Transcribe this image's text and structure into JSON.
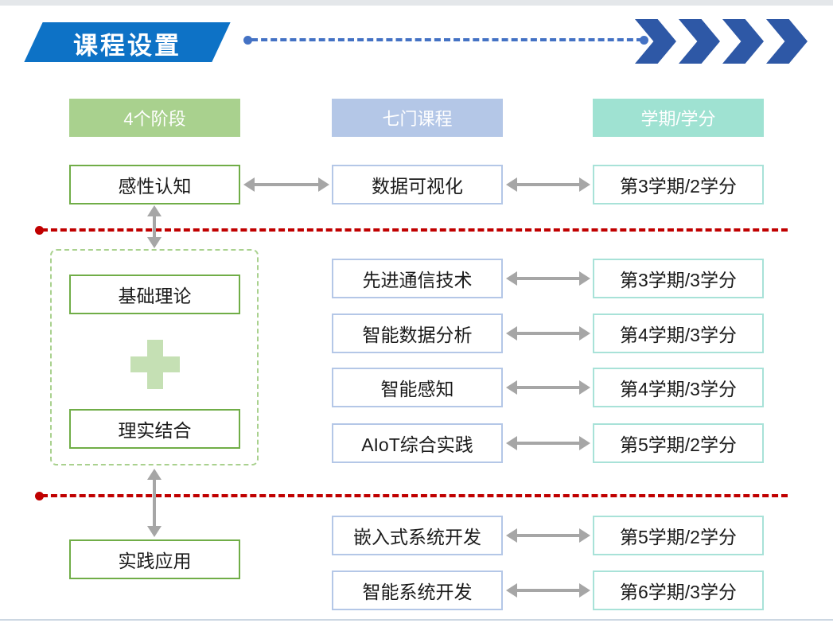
{
  "banner": {
    "title": "课程设置"
  },
  "headers": {
    "stages": "4个阶段",
    "courses": "七门课程",
    "credits": "学期/学分"
  },
  "stages": {
    "s1": "感性认知",
    "s2": "基础理论",
    "s3": "理实结合",
    "s4": "实践应用"
  },
  "rows": [
    {
      "course": "数据可视化",
      "credit": "第3学期/2学分"
    },
    {
      "course": "先进通信技术",
      "credit": "第3学期/3学分"
    },
    {
      "course": "智能数据分析",
      "credit": "第4学期/3学分"
    },
    {
      "course": "智能感知",
      "credit": "第4学期/3学分"
    },
    {
      "course": "AIoT综合实践",
      "credit": "第5学期/2学分"
    },
    {
      "course": "嵌入式系统开发",
      "credit": "第5学期/2学分"
    },
    {
      "course": "智能系统开发",
      "credit": "第6学期/3学分"
    }
  ],
  "colors": {
    "banner_blue": "#0d72c6",
    "chevron_blue": "#2e58a6",
    "dash_blue": "#4472c4",
    "red_line": "#c00000",
    "stage_header_bg": "#a9d18e",
    "course_header_bg": "#b4c7e7",
    "credit_header_bg": "#9fe2d2",
    "stage_border": "#70ad47",
    "course_border": "#b4c7e7",
    "credit_border": "#a8e2d8",
    "group_border": "#a9d18e",
    "plus_green": "#c5e0b4",
    "arrow_gray": "#a6a6a6",
    "bottom_line": "#ccd7e2"
  }
}
